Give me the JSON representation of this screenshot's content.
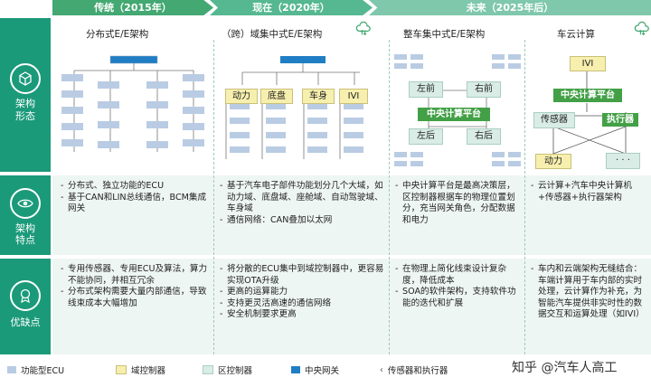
{
  "eras": [
    "传统（2015年）",
    "现在（2020年）",
    "未来（2025年后）"
  ],
  "columns": {
    "c1": "分布式E/E架构",
    "c2": "（跨）域集中式E/E架构",
    "c3": "整车集中式E/E架构",
    "c4": "车云计算"
  },
  "rows": {
    "r1": "架构\n形态",
    "r2": "架构\n特点",
    "r3": "优缺点"
  },
  "diagram2": {
    "d1": "动力",
    "d2": "底盘",
    "d3": "车身",
    "d4": "IVI"
  },
  "diagram3": {
    "fl": "左前",
    "fr": "右前",
    "center": "中央计算平台",
    "rl": "左后",
    "rr": "右后"
  },
  "diagram4": {
    "ivi": "IVI",
    "center": "中央计算平台",
    "sensor": "传感器",
    "actuator": "执行器",
    "power": "动力",
    "dots": "· · ·"
  },
  "features": {
    "c1": [
      "分布式、独立功能的ECU",
      "基于CAN和LIN总线通信，BCM集成网关"
    ],
    "c2": [
      "基于汽车电子部件功能划分几个大域，如动力域、底盘域、座舱域、自动驾驶域、车身域",
      "通信网络：CAN叠加以太网"
    ],
    "c3": [
      "中央计算平台是最高决策层，区控制器根据车的物理位置划分，充当网关角色，分配数据和电力"
    ],
    "c4": [
      "云计算+汽车中央计算机+传感器+执行器架构"
    ]
  },
  "pros_cons": {
    "c1": [
      "专用传感器、专用ECU及算法，算力不能协同，并相互冗余",
      "分布式架构需要大量内部通信，导致线束成本大幅增加"
    ],
    "c2": [
      "将分散的ECU集中到域控制器中，更容易实现OTA升级",
      "更高的运算能力",
      "支持更灵活高速的通信网络",
      "安全机制要求更高"
    ],
    "c3": [
      "在物理上简化线束设计复杂度，降低成本",
      "SOA的软件架构，支持软件功能的迭代和扩展"
    ],
    "c4": [
      "车内和云端架构无缝结合：车端计算用于车内部的实时处理，云计算作为补充，为智能汽车提供非实时性的数据交互和运算处理（如IVI）"
    ]
  },
  "legend": [
    "功能型ECU",
    "域控制器",
    "区控制器",
    "中央网关",
    "传感器和执行器"
  ],
  "watermark": "知乎 @汽车人高工",
  "colors": {
    "teal": "#1b9a7a",
    "era1": "#43a872",
    "era2": "#56b890",
    "era3": "#7fc8ab",
    "ecu": "#b9cce3",
    "domain": "#f7efae",
    "zone": "#d9ece5",
    "gateway": "#1f7ec4",
    "green": "#43a047"
  }
}
